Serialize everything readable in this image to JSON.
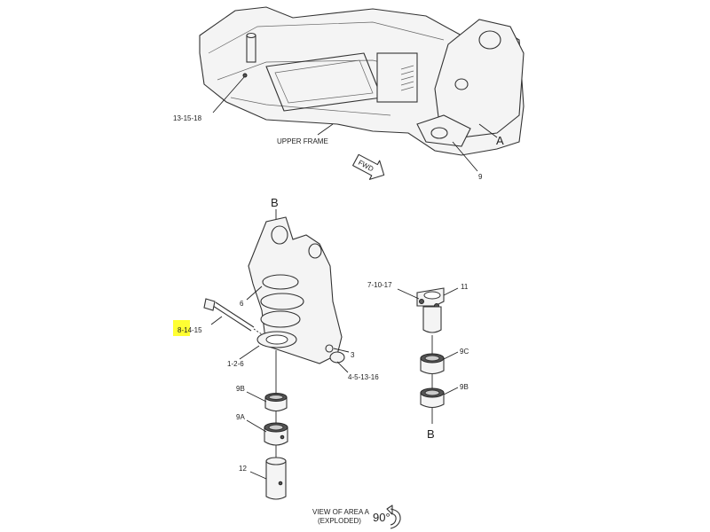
{
  "diagram": {
    "upper_frame": {
      "label": "UPPER FRAME",
      "callout_13_15_18": "13-15-18",
      "callout_9": "9",
      "area_marker": "A",
      "fwd_label": "FWD"
    },
    "exploded_left": {
      "view_marker": "B",
      "callout_6": "6",
      "callout_8_14_15": "8-14-15",
      "callout_1_2_6": "1-2-6",
      "callout_3": "3",
      "callout_4_5_13_16": "4-5-13-16",
      "callout_9b": "9B",
      "callout_9a": "9A",
      "callout_12": "12"
    },
    "exploded_right": {
      "callout_7_10_17": "7-10-17",
      "callout_11": "11",
      "callout_9c": "9C",
      "callout_9b": "9B",
      "view_marker": "B"
    },
    "footer": {
      "view_line1": "VIEW OF AREA A",
      "view_line2": "(EXPLODED)",
      "rotation": "90°"
    },
    "highlight_color": "#ffff33"
  }
}
